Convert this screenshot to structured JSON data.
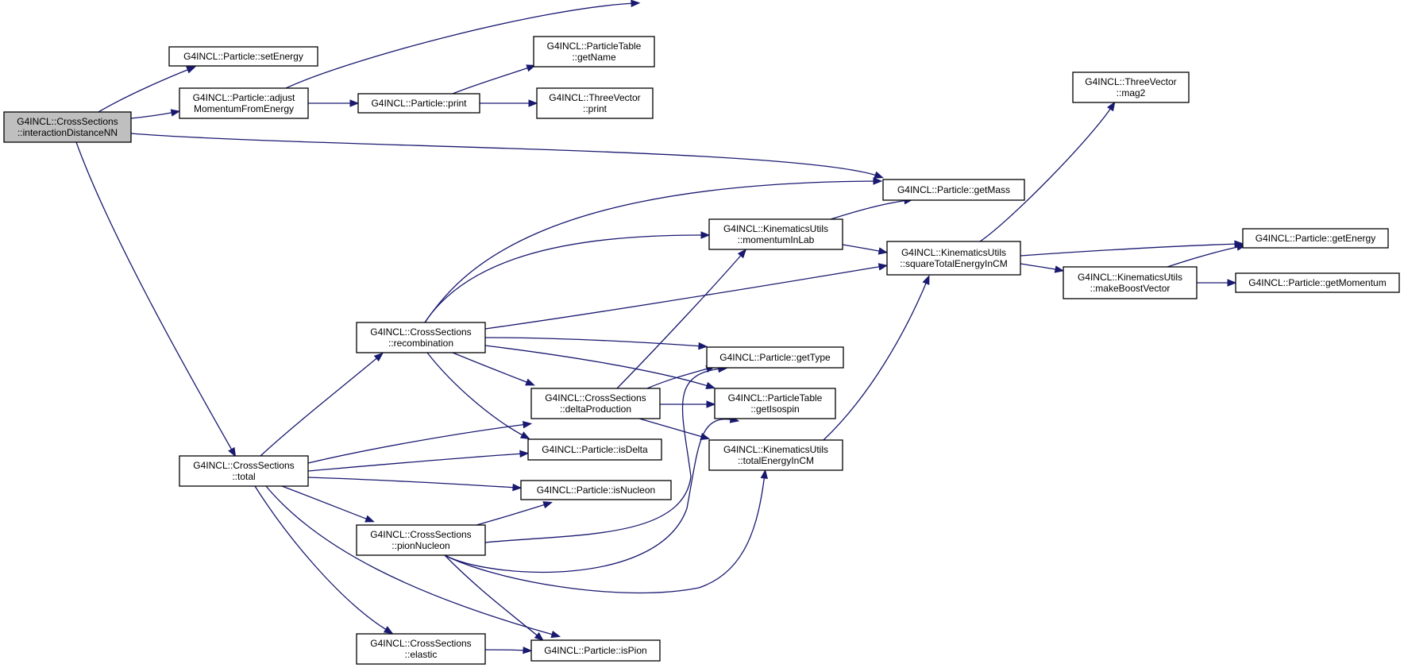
{
  "graph": {
    "root": "interactionDistanceNN",
    "colors": {
      "edge": "#191970",
      "node_border": "#000000",
      "root_fill": "#bfbfbf",
      "node_fill": "#ffffff"
    },
    "nodes": [
      {
        "id": "interactionDistanceNN",
        "lines": [
          "G4INCL::CrossSections",
          "::interactionDistanceNN"
        ]
      },
      {
        "id": "setEnergy",
        "lines": [
          "G4INCL::Particle::setEnergy"
        ]
      },
      {
        "id": "adjustMomentumFromEnergy",
        "lines": [
          "G4INCL::Particle::adjust",
          "MomentumFromEnergy"
        ]
      },
      {
        "id": "print",
        "lines": [
          "G4INCL::Particle::print"
        ]
      },
      {
        "id": "getName",
        "lines": [
          "G4INCL::ParticleTable",
          "::getName"
        ]
      },
      {
        "id": "threeVectorPrint",
        "lines": [
          "G4INCL::ThreeVector",
          "::print"
        ]
      },
      {
        "id": "mag2",
        "lines": [
          "G4INCL::ThreeVector",
          "::mag2"
        ]
      },
      {
        "id": "getMass",
        "lines": [
          "G4INCL::Particle::getMass"
        ]
      },
      {
        "id": "momentumInLab",
        "lines": [
          "G4INCL::KinematicsUtils",
          "::momentumInLab"
        ]
      },
      {
        "id": "squareTotalEnergyInCM",
        "lines": [
          "G4INCL::KinematicsUtils",
          "::squareTotalEnergyInCM"
        ]
      },
      {
        "id": "getEnergy",
        "lines": [
          "G4INCL::Particle::getEnergy"
        ]
      },
      {
        "id": "makeBoostVector",
        "lines": [
          "G4INCL::KinematicsUtils",
          "::makeBoostVector"
        ]
      },
      {
        "id": "getMomentum",
        "lines": [
          "G4INCL::Particle::getMomentum"
        ]
      },
      {
        "id": "recombination",
        "lines": [
          "G4INCL::CrossSections",
          "::recombination"
        ]
      },
      {
        "id": "getType",
        "lines": [
          "G4INCL::Particle::getType"
        ]
      },
      {
        "id": "deltaProduction",
        "lines": [
          "G4INCL::CrossSections",
          "::deltaProduction"
        ]
      },
      {
        "id": "getIsospin",
        "lines": [
          "G4INCL::ParticleTable",
          "::getIsospin"
        ]
      },
      {
        "id": "totalEnergyInCM",
        "lines": [
          "G4INCL::KinematicsUtils",
          "::totalEnergyInCM"
        ]
      },
      {
        "id": "total",
        "lines": [
          "G4INCL::CrossSections",
          "::total"
        ]
      },
      {
        "id": "isDelta",
        "lines": [
          "G4INCL::Particle::isDelta"
        ]
      },
      {
        "id": "isNucleon",
        "lines": [
          "G4INCL::Particle::isNucleon"
        ]
      },
      {
        "id": "pionNucleon",
        "lines": [
          "G4INCL::CrossSections",
          "::pionNucleon"
        ]
      },
      {
        "id": "elastic",
        "lines": [
          "G4INCL::CrossSections",
          "::elastic"
        ]
      },
      {
        "id": "isPion",
        "lines": [
          "G4INCL::Particle::isPion"
        ]
      }
    ],
    "edges": [
      {
        "from": "interactionDistanceNN",
        "to": "setEnergy"
      },
      {
        "from": "interactionDistanceNN",
        "to": "adjustMomentumFromEnergy"
      },
      {
        "from": "interactionDistanceNN",
        "to": "getMass"
      },
      {
        "from": "interactionDistanceNN",
        "to": "total"
      },
      {
        "from": "adjustMomentumFromEnergy",
        "to": "print"
      },
      {
        "from": "adjustMomentumFromEnergy",
        "to": "mag2"
      },
      {
        "from": "print",
        "to": "getName"
      },
      {
        "from": "print",
        "to": "threeVectorPrint"
      },
      {
        "from": "momentumInLab",
        "to": "getMass"
      },
      {
        "from": "momentumInLab",
        "to": "squareTotalEnergyInCM"
      },
      {
        "from": "squareTotalEnergyInCM",
        "to": "mag2"
      },
      {
        "from": "squareTotalEnergyInCM",
        "to": "getEnergy"
      },
      {
        "from": "squareTotalEnergyInCM",
        "to": "makeBoostVector"
      },
      {
        "from": "makeBoostVector",
        "to": "getEnergy"
      },
      {
        "from": "makeBoostVector",
        "to": "getMomentum"
      },
      {
        "from": "recombination",
        "to": "getMass"
      },
      {
        "from": "recombination",
        "to": "momentumInLab"
      },
      {
        "from": "recombination",
        "to": "squareTotalEnergyInCM"
      },
      {
        "from": "recombination",
        "to": "getType"
      },
      {
        "from": "recombination",
        "to": "getIsospin"
      },
      {
        "from": "recombination",
        "to": "deltaProduction"
      },
      {
        "from": "recombination",
        "to": "isDelta"
      },
      {
        "from": "deltaProduction",
        "to": "momentumInLab"
      },
      {
        "from": "deltaProduction",
        "to": "getType"
      },
      {
        "from": "deltaProduction",
        "to": "getIsospin"
      },
      {
        "from": "deltaProduction",
        "to": "totalEnergyInCM"
      },
      {
        "from": "totalEnergyInCM",
        "to": "squareTotalEnergyInCM"
      },
      {
        "from": "total",
        "to": "recombination"
      },
      {
        "from": "total",
        "to": "deltaProduction"
      },
      {
        "from": "total",
        "to": "isDelta"
      },
      {
        "from": "total",
        "to": "isNucleon"
      },
      {
        "from": "total",
        "to": "pionNucleon"
      },
      {
        "from": "total",
        "to": "elastic"
      },
      {
        "from": "total",
        "to": "isPion"
      },
      {
        "from": "pionNucleon",
        "to": "isNucleon"
      },
      {
        "from": "pionNucleon",
        "to": "getType"
      },
      {
        "from": "pionNucleon",
        "to": "getIsospin"
      },
      {
        "from": "pionNucleon",
        "to": "totalEnergyInCM"
      },
      {
        "from": "pionNucleon",
        "to": "isPion"
      },
      {
        "from": "elastic",
        "to": "isPion"
      }
    ]
  }
}
